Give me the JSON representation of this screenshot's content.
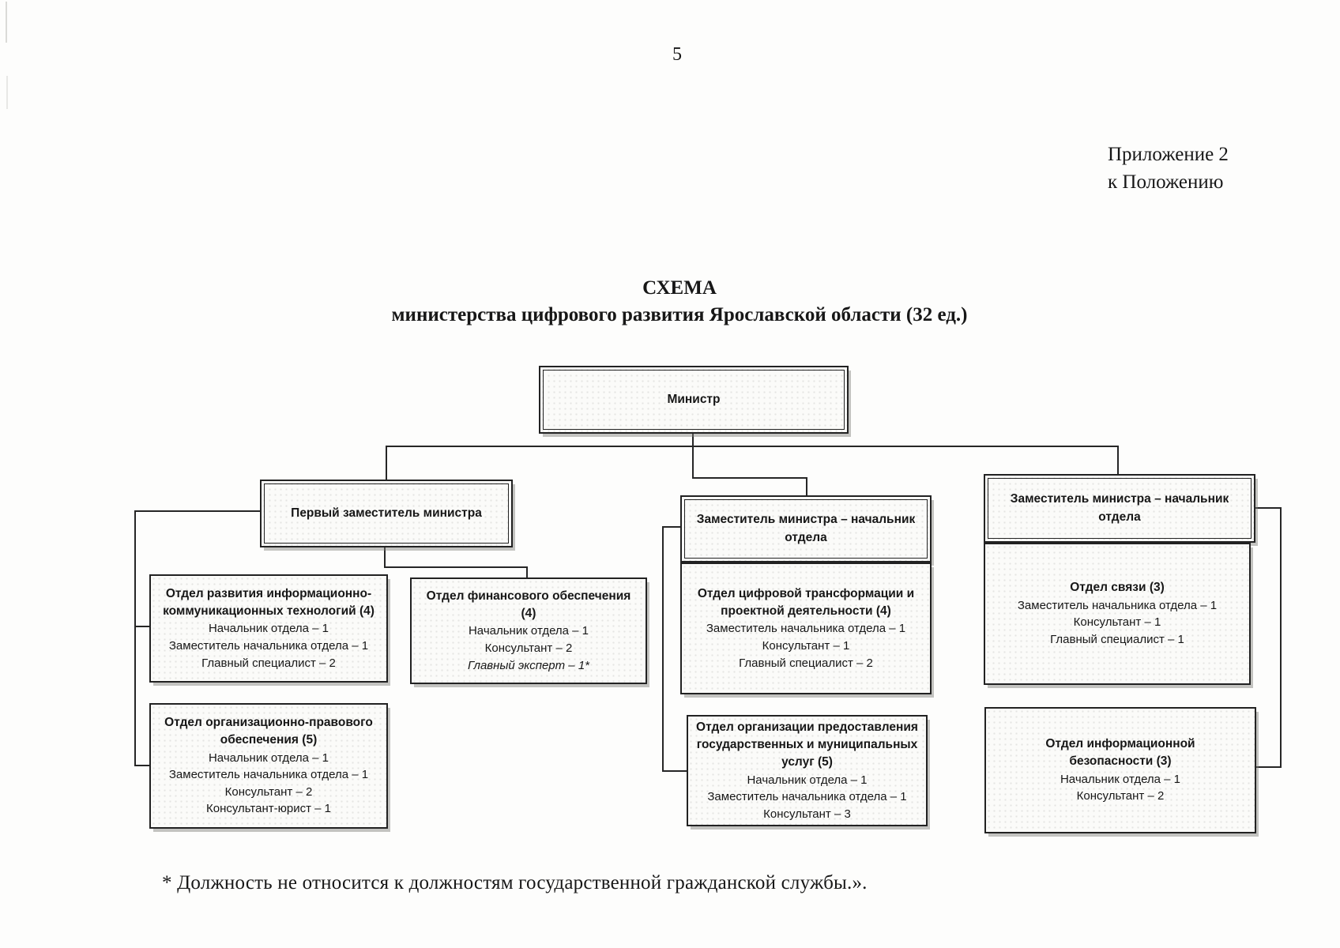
{
  "page": {
    "number": "5",
    "annex_line1": "Приложение 2",
    "annex_line2": "к Положению",
    "title_line1": "СХЕМА",
    "title_line2": "министерства цифрового развития Ярославской области (32 ед.)",
    "footnote": "* Должность не относится к должностям государственной гражданской службы.»."
  },
  "org": {
    "minister": "Министр",
    "first_deputy": "Первый заместитель министра",
    "deputy_mid": "Заместитель министра – начальник отдела",
    "deputy_right": "Заместитель министра – начальник отдела",
    "ict": {
      "title": "Отдел развития информационно-коммуникационных технологий (4)",
      "staff": [
        "Начальник отдела – 1",
        "Заместитель начальника отдела – 1",
        "Главный специалист – 2"
      ]
    },
    "org_legal": {
      "title": "Отдел организационно-правового обеспечения (5)",
      "staff": [
        "Начальник отдела – 1",
        "Заместитель начальника отдела – 1",
        "Консультант – 2",
        "Консультант-юрист – 1"
      ]
    },
    "finance": {
      "title": "Отдел финансового обеспечения (4)",
      "staff": [
        "Начальник отдела – 1",
        "Консультант – 2"
      ],
      "staff_italic": "Главный эксперт – 1*"
    },
    "digital": {
      "title": "Отдел цифровой трансформации и проектной деятельности  (4)",
      "staff": [
        "Заместитель начальника отдела – 1",
        "Консультант – 1",
        "Главный специалист – 2"
      ]
    },
    "services": {
      "title": "Отдел организации предоставления государственных и муниципальных услуг (5)",
      "staff": [
        "Начальник отдела – 1",
        "Заместитель начальника отдела – 1",
        "Консультант – 3"
      ]
    },
    "svyaz": {
      "title": "Отдел связи (3)",
      "staff": [
        "Заместитель начальника отдела – 1",
        "Консультант – 1",
        "Главный специалист – 1"
      ]
    },
    "infosec": {
      "title": "Отдел информационной безопасности (3)",
      "staff": [
        "Начальник отдела – 1",
        "Консультант – 2"
      ]
    }
  }
}
